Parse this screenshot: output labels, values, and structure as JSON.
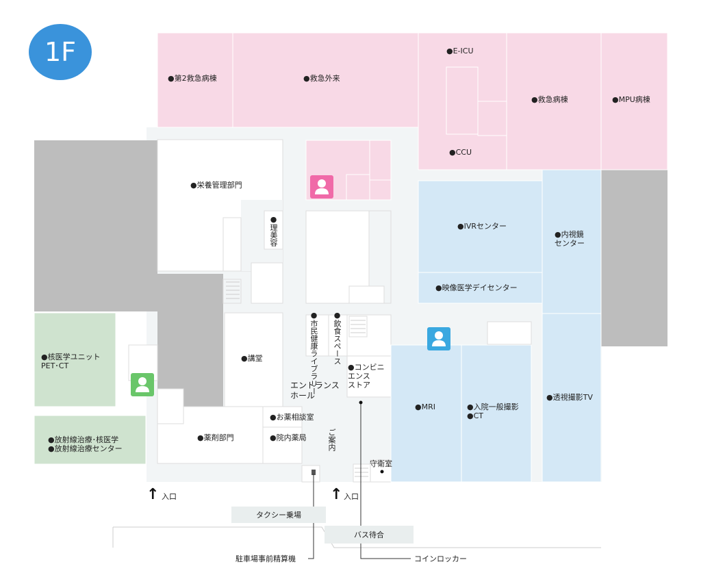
{
  "floor": "1F",
  "colors": {
    "emergency": "#f8d9e6",
    "imaging": "#d4e8f6",
    "nuclear": "#cfe3cf",
    "service": "#bdbdbd",
    "corridor": "#f2f5f6",
    "wall": "#ffffff",
    "badge": "#3a93db",
    "pink_icon": "#f06aa8",
    "blue_icon": "#3aa8e0",
    "green_icon": "#6ac66a"
  },
  "rooms": {
    "ward2": "●第2救急病棟",
    "er_outpatient": "●救急外来",
    "eicu": "●E-ICU",
    "ccu": "●CCU",
    "er_ward": "●救急病棟",
    "mpu": "●MPU病棟",
    "nutrition": "●栄養管理部門",
    "barber": "●理美容",
    "ivr": "●IVRセンター",
    "endoscopy": "●内視鏡\nセンター",
    "imaging_day": "●映像医学デイセンター",
    "library": "●市民健康ライブラリー",
    "food_space": "●飲食スペース",
    "convenience": "●コンビニ\nエンス\nストア",
    "auditorium": "●講堂",
    "entrance_hall": "エントランス\nホール",
    "nuclear_unit": "●核医学ユニット\nPET･CT",
    "radiation": "●放射線治療･核医学\n●放射線治療センター",
    "pharmacy_dept": "●薬剤部門",
    "med_consult": "●お薬相談室",
    "in_pharmacy": "●院内薬局",
    "info": "ご案内",
    "guard": "守衛室",
    "mri": "●MRI",
    "inpatient_xray": "●入院一般撮影\n●CT",
    "fluoro": "●透視撮影TV"
  },
  "entrances": {
    "left": "入口",
    "right": "入口"
  },
  "signs": {
    "taxi": "タクシー乗場",
    "bus": "バス待合"
  },
  "callouts": {
    "parking_pay": "駐車場事前精算機",
    "locker": "コインロッカー"
  },
  "icons": [
    "person-icon-pink",
    "person-icon-blue",
    "person-icon-green",
    "entrance-arrow-icon"
  ]
}
